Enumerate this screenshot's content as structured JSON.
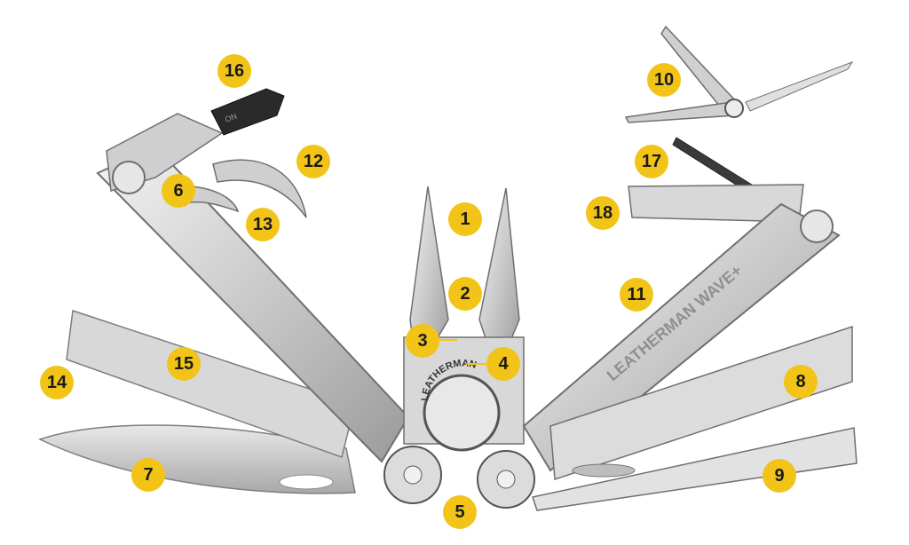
{
  "brand_text": "LEATHERMAN",
  "handle_engraving": "LEATHERMAN WAVE+",
  "bit_marking": "ON",
  "callout_color": "#f2c418",
  "callouts": [
    {
      "label": "1"
    },
    {
      "label": "2"
    },
    {
      "label": "3"
    },
    {
      "label": "4"
    },
    {
      "label": "5"
    },
    {
      "label": "6"
    },
    {
      "label": "7"
    },
    {
      "label": "8"
    },
    {
      "label": "9"
    },
    {
      "label": "10"
    },
    {
      "label": "11"
    },
    {
      "label": "12"
    },
    {
      "label": "13"
    },
    {
      "label": "14"
    },
    {
      "label": "15"
    },
    {
      "label": "16"
    },
    {
      "label": "17"
    },
    {
      "label": "18"
    }
  ]
}
